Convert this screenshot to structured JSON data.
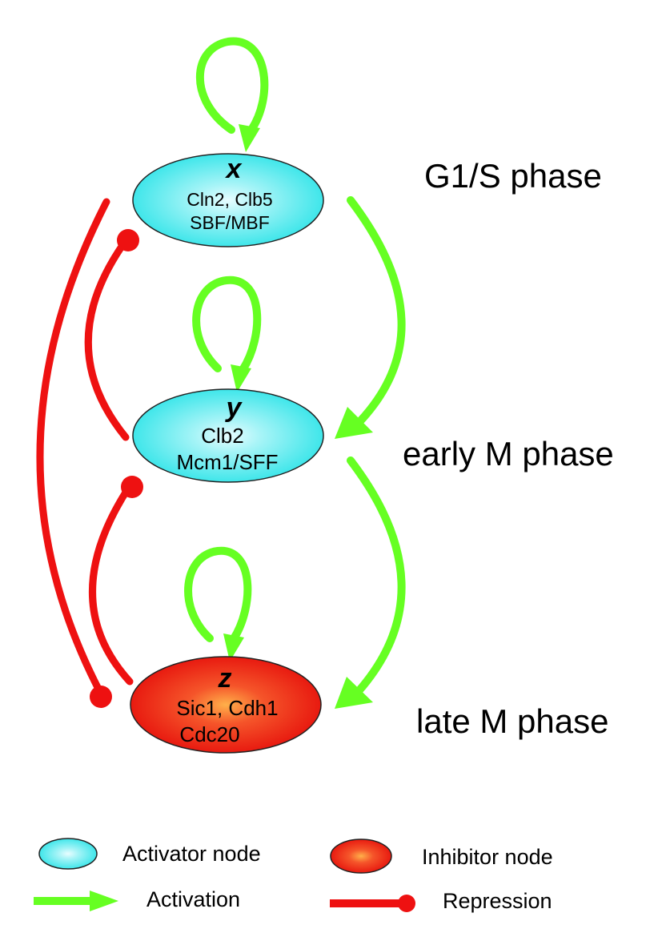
{
  "nodes": {
    "x": {
      "var": "x",
      "line1": "Cln2, Clb5",
      "line2": "SBF/MBF",
      "kind": "activator"
    },
    "y": {
      "var": "y",
      "line1": "Clb2",
      "line2": "Mcm1/SFF",
      "kind": "activator"
    },
    "z": {
      "var": "z",
      "line1": "Sic1, Cdh1",
      "line2": "Cdc20",
      "kind": "inhibitor"
    }
  },
  "phases": {
    "g1s": "G1/S phase",
    "early_m": "early M phase",
    "late_m": "late M phase"
  },
  "edges": [
    {
      "from": "x",
      "to": "x",
      "type": "activation"
    },
    {
      "from": "y",
      "to": "y",
      "type": "activation"
    },
    {
      "from": "z",
      "to": "z",
      "type": "activation"
    },
    {
      "from": "x",
      "to": "y",
      "type": "activation"
    },
    {
      "from": "y",
      "to": "z",
      "type": "activation"
    },
    {
      "from": "y",
      "to": "x",
      "type": "repression"
    },
    {
      "from": "z",
      "to": "y",
      "type": "repression"
    },
    {
      "from": "x",
      "to": "z",
      "type": "repression"
    }
  ],
  "legend": {
    "activator_node": "Activator node",
    "inhibitor_node": "Inhibitor node",
    "activation": "Activation",
    "repression": "Repression"
  },
  "colors": {
    "activation": "#66ff22",
    "repression": "#ee1111",
    "activator_fill": "#44e8ec",
    "inhibitor_fill": "#ee2a12"
  }
}
